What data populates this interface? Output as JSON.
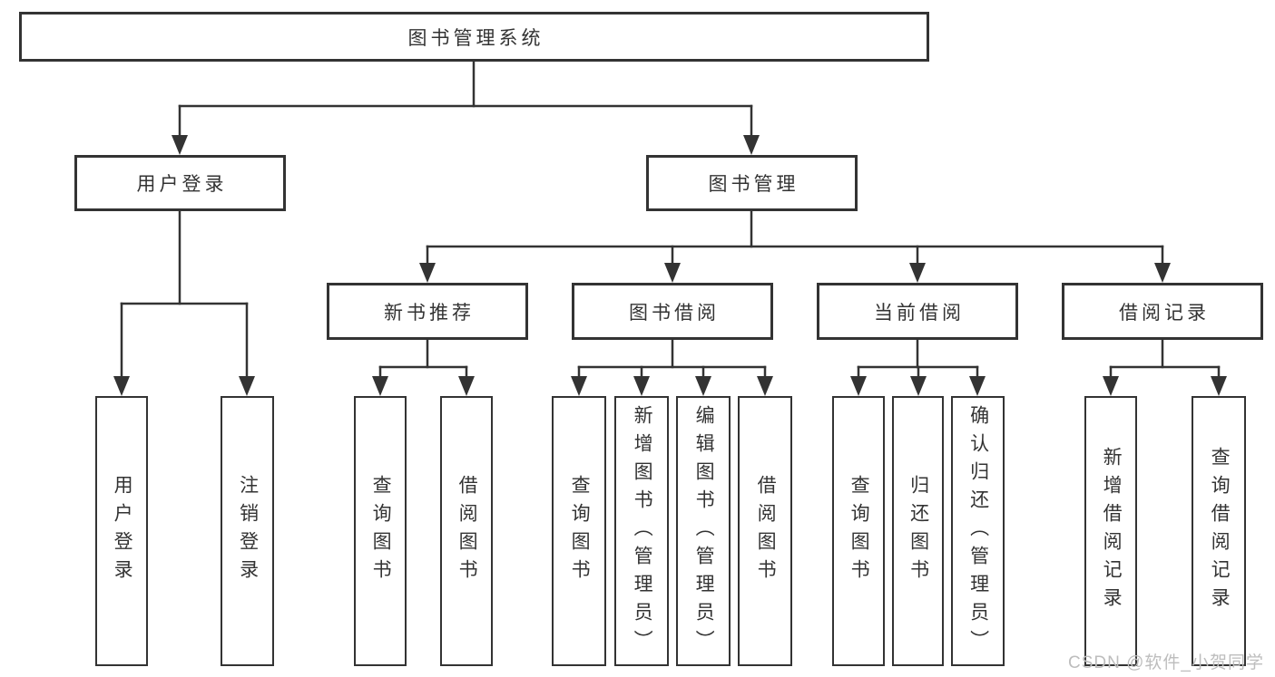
{
  "colors": {
    "line": "#333333",
    "box_border": "#333333",
    "box_fill": "#ffffff",
    "text": "#333333",
    "background": "#ffffff",
    "watermark": "#bdbdbd"
  },
  "watermark": "CSDN @软件_小贺同学",
  "tree": {
    "root": {
      "label": "图书管理系统"
    },
    "level1": [
      {
        "label": "用户登录"
      },
      {
        "label": "图书管理"
      }
    ],
    "level2": [
      {
        "label": "新书推荐"
      },
      {
        "label": "图书借阅"
      },
      {
        "label": "当前借阅"
      },
      {
        "label": "借阅记录"
      }
    ],
    "leaves": {
      "user_login": [
        {
          "label": "用户登录"
        },
        {
          "label": "注销登录"
        }
      ],
      "new_book_recommend": [
        {
          "label": "查询图书"
        },
        {
          "label": "借阅图书"
        }
      ],
      "book_borrow": [
        {
          "label": "查询图书"
        },
        {
          "label": "新增图书（管理员）"
        },
        {
          "label": "编辑图书（管理员）"
        },
        {
          "label": "借阅图书"
        }
      ],
      "current_borrow": [
        {
          "label": "查询图书"
        },
        {
          "label": "归还图书"
        },
        {
          "label": "确认归还（管理员）"
        }
      ],
      "borrow_records": [
        {
          "label": "新增借阅记录"
        },
        {
          "label": "查询借阅记录"
        }
      ]
    }
  }
}
